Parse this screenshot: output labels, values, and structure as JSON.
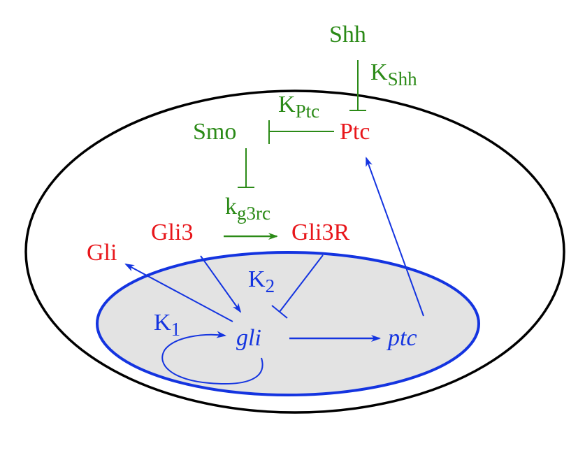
{
  "colors": {
    "green": "#2b8a17",
    "red": "#e8161b",
    "blue": "#1434e0",
    "black": "#000000",
    "nucleus_fill": "#e3e3e3"
  },
  "labels": {
    "shh": "Shh",
    "k_shh_main": "K",
    "k_shh_sub": "Shh",
    "k_ptc_main": "K",
    "k_ptc_sub": "Ptc",
    "smo": "Smo",
    "ptc_protein": "Ptc",
    "k_g3rc_main": "k",
    "k_g3rc_sub": "g3rc",
    "gli3": "Gli3",
    "gli3r": "Gli3R",
    "gli_protein": "Gli",
    "k2_main": "K",
    "k2_sub": "2",
    "k1_main": "K",
    "k1_sub": "1",
    "gli_gene": "gli",
    "ptc_gene": "ptc"
  }
}
